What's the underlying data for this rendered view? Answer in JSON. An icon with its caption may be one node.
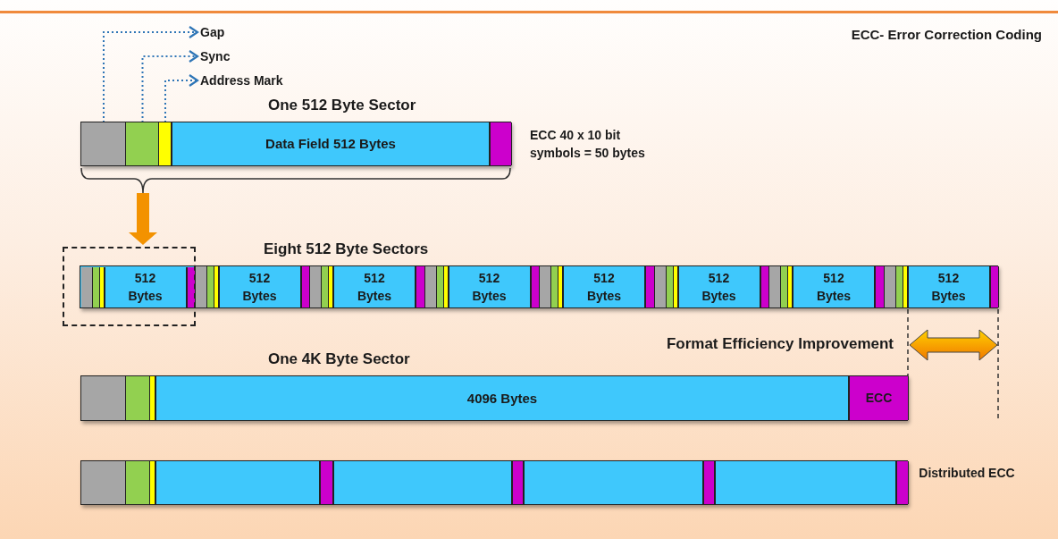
{
  "diagram": {
    "title": "ECC- Error Correction Coding",
    "nodes": [
      {
        "text": [
          "Gap"
        ]
      },
      {
        "text": [
          "Sync"
        ]
      },
      {
        "text": [
          "Address Mark"
        ]
      },
      {
        "text": [
          "One 512 Byte Sector"
        ]
      },
      {
        "text": [],
        "shape": "bar",
        "in": 3
      },
      {
        "text": [],
        "shape": "bar",
        "in": 3
      },
      {
        "text": [],
        "shape": "bar",
        "in": 3
      },
      {
        "text": [
          "Data Field 512 Bytes"
        ],
        "in": 3
      },
      {
        "text": [],
        "shape": "bar",
        "in": 3,
        "beside": [
          "ECC 40 x 10 bit symbols = 50 bytes"
        ]
      },
      {
        "text": [],
        "shape": "brace"
      },
      {
        "text": [
          "Eight 512 Byte Sectors"
        ]
      },
      {
        "text": [],
        "shape": "box"
      },
      {
        "text": [],
        "shape": "bar"
      },
      {
        "text": [],
        "shape": "bar"
      },
      {
        "text": [],
        "shape": "bar"
      },
      {
        "text": [
          "512 Bytes"
        ]
      },
      {
        "text": [],
        "shape": "bar"
      },
      {
        "text": [],
        "shape": "bar",
        "in": 10
      },
      {
        "text": [],
        "shape": "bar",
        "in": 10
      },
      {
        "text": [],
        "shape": "bar",
        "in": 10
      },
      {
        "text": [
          "512 Bytes"
        ],
        "in": 10
      },
      {
        "text": [],
        "shape": "bar",
        "in": 10
      },
      {
        "text": [],
        "shape": "bar",
        "in": 10
      },
      {
        "text": [],
        "shape": "bar",
        "in": 10
      },
      {
        "text": [],
        "shape": "bar",
        "in": 10
      },
      {
        "text": [
          "512 Bytes"
        ],
        "in": 10
      },
      {
        "text": [],
        "shape": "bar",
        "in": 10
      },
      {
        "text": [],
        "shape": "bar",
        "in": 10
      },
      {
        "text": [],
        "shape": "bar",
        "in": 10
      },
      {
        "text": [],
        "shape": "bar",
        "in": 10
      },
      {
        "text": [
          "512 Bytes"
        ],
        "in": 10
      },
      {
        "text": [],
        "shape": "bar",
        "in": 10
      },
      {
        "text": [],
        "shape": "bar",
        "in": 10
      },
      {
        "text": [],
        "shape": "bar",
        "in": 10
      },
      {
        "text": [],
        "shape": "bar",
        "in": 10
      },
      {
        "text": [
          "512 Bytes"
        ],
        "in": 10
      },
      {
        "text": [],
        "shape": "bar",
        "in": 10
      },
      {
        "text": [],
        "shape": "bar",
        "in": 10
      },
      {
        "text": [],
        "shape": "bar",
        "in": 10
      },
      {
        "text": [],
        "shape": "bar",
        "in": 10
      },
      {
        "text": [
          "512 Bytes"
        ],
        "in": 10
      },
      {
        "text": [],
        "shape": "bar",
        "in": 10
      },
      {
        "text": [],
        "shape": "bar",
        "in": 10
      },
      {
        "text": [],
        "shape": "bar",
        "in": 10
      },
      {
        "text": [],
        "shape": "bar",
        "in": 10
      },
      {
        "text": [
          "512 Bytes"
        ],
        "in": 10
      },
      {
        "text": [],
        "shape": "bar",
        "in": 10
      },
      {
        "text": [],
        "shape": "bar",
        "in": 10
      },
      {
        "text": [],
        "shape": "bar",
        "in": 10
      },
      {
        "text": [],
        "shape": "bar",
        "in": 10
      },
      {
        "text": [
          "512 Bytes"
        ],
        "in": 10
      },
      {
        "text": [],
        "shape": "bar",
        "in": 10
      },
      {
        "text": [
          "One 4K Byte Sector"
        ]
      },
      {
        "text": [],
        "shape": "bar",
        "in": 52
      },
      {
        "text": [],
        "shape": "bar",
        "in": 52
      },
      {
        "text": [],
        "shape": "bar",
        "in": 52
      },
      {
        "text": [
          "4096 Bytes"
        ],
        "in": 52
      },
      {
        "text": [
          "ECC"
        ],
        "in": 52
      },
      {
        "text": [],
        "shape": "bar",
        "beside": [
          "Distributed ECC"
        ]
      },
      {
        "text": [],
        "shape": "bar",
        "in": 58
      },
      {
        "text": [],
        "shape": "bar",
        "in": 58
      },
      {
        "text": [],
        "shape": "bar",
        "in": 58
      },
      {
        "text": [],
        "shape": "bar",
        "in": 58
      },
      {
        "text": [],
        "shape": "bar",
        "in": 58
      },
      {
        "text": [],
        "shape": "bar",
        "in": 58
      },
      {
        "text": [],
        "shape": "bar",
        "in": 58
      },
      {
        "text": [],
        "shape": "bar",
        "in": 58
      },
      {
        "text": [],
        "shape": "bar",
        "in": 58
      },
      {
        "text": [],
        "shape": "bar",
        "in": 58
      },
      {
        "text": [],
        "shape": "bar",
        "in": 58
      }
    ],
    "edges": [
      {
        "from": 4,
        "to": 0,
        "arrow": "to",
        "style": "dashed",
        "color": "#2e75b6"
      },
      {
        "from": 5,
        "to": 1,
        "arrow": "to",
        "style": "dashed",
        "color": "#2e75b6"
      },
      {
        "from": 6,
        "to": 2,
        "arrow": "to",
        "style": "dashed",
        "color": "#2e75b6"
      },
      {
        "from": 9,
        "to": 11,
        "arrow": "to",
        "style": "thick",
        "color": "#f39200"
      }
    ],
    "labels": [
      "Format Efficiency Improvement"
    ]
  }
}
